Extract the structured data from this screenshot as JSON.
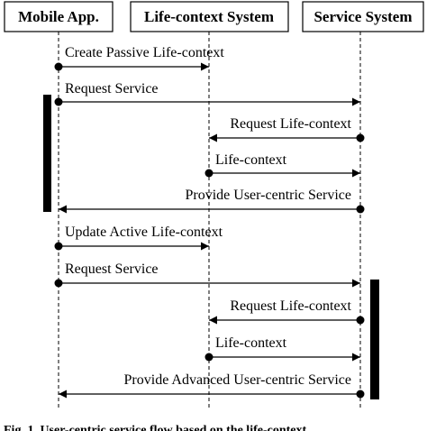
{
  "actors": [
    {
      "id": "mobile",
      "label": "Mobile App."
    },
    {
      "id": "life",
      "label": "Life-context System"
    },
    {
      "id": "service",
      "label": "Service System"
    }
  ],
  "messages": [
    {
      "from": "mobile",
      "to": "life",
      "label": "Create Passive Life-context"
    },
    {
      "from": "mobile",
      "to": "service",
      "label": "Request Service"
    },
    {
      "from": "service",
      "to": "life",
      "label": "Request Life-context"
    },
    {
      "from": "life",
      "to": "service",
      "label": "Life-context"
    },
    {
      "from": "service",
      "to": "mobile",
      "label": "Provide User-centric Service"
    },
    {
      "from": "mobile",
      "to": "life",
      "label": "Update Active Life-context"
    },
    {
      "from": "mobile",
      "to": "service",
      "label": "Request Service"
    },
    {
      "from": "service",
      "to": "life",
      "label": "Request Life-context"
    },
    {
      "from": "life",
      "to": "service",
      "label": "Life-context"
    },
    {
      "from": "service",
      "to": "mobile",
      "label": "Provide Advanced User-centric Service"
    }
  ],
  "caption": "Fig. 1.  User-centric service flow based on the life-context"
}
